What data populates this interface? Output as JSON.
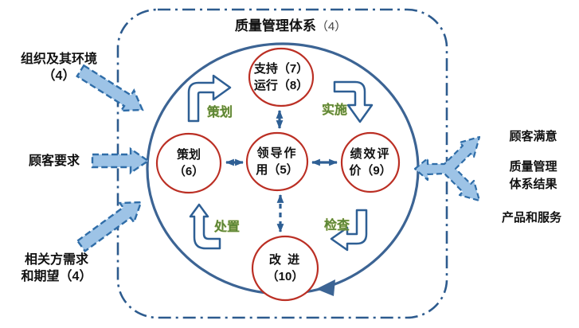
{
  "title": {
    "main": "质量管理体系",
    "suffix": "（4）"
  },
  "inputs": {
    "context": {
      "line1": "组织及其环境",
      "line2": "（4）"
    },
    "customer": {
      "line1": "顾客要求"
    },
    "stakeholders": {
      "line1": "相关方需求",
      "line2": "和期望（4）"
    }
  },
  "outputs": {
    "satisfaction": {
      "line1": "顾客满意"
    },
    "results": {
      "line1": "质量管理",
      "line2": "体系结果"
    },
    "products": {
      "line1": "产品和服务"
    }
  },
  "nodes": {
    "support_operation": {
      "line1": "支持（7）",
      "line2": "运行（8）"
    },
    "planning": {
      "line1": "策划",
      "line2": "（6）"
    },
    "leadership": {
      "line1": "领导作",
      "line2": "用（5）"
    },
    "performance_evaluation": {
      "line1": "绩效评",
      "line2": "价（9）"
    },
    "improvement": {
      "line1": "改 进",
      "line2": "（10）"
    }
  },
  "pdca": {
    "plan": "策划",
    "do": "实施",
    "check": "检查",
    "act": "处置"
  },
  "colors": {
    "boundary_blue": "#2d5b8e",
    "cycle_blue": "#3c6494",
    "node_red": "#bb2f24",
    "flow_arrow_fill": "#9dc3e6",
    "flow_arrow_stroke": "#2f6da8",
    "pdca_green": "#5b8638",
    "text": "#111111"
  }
}
